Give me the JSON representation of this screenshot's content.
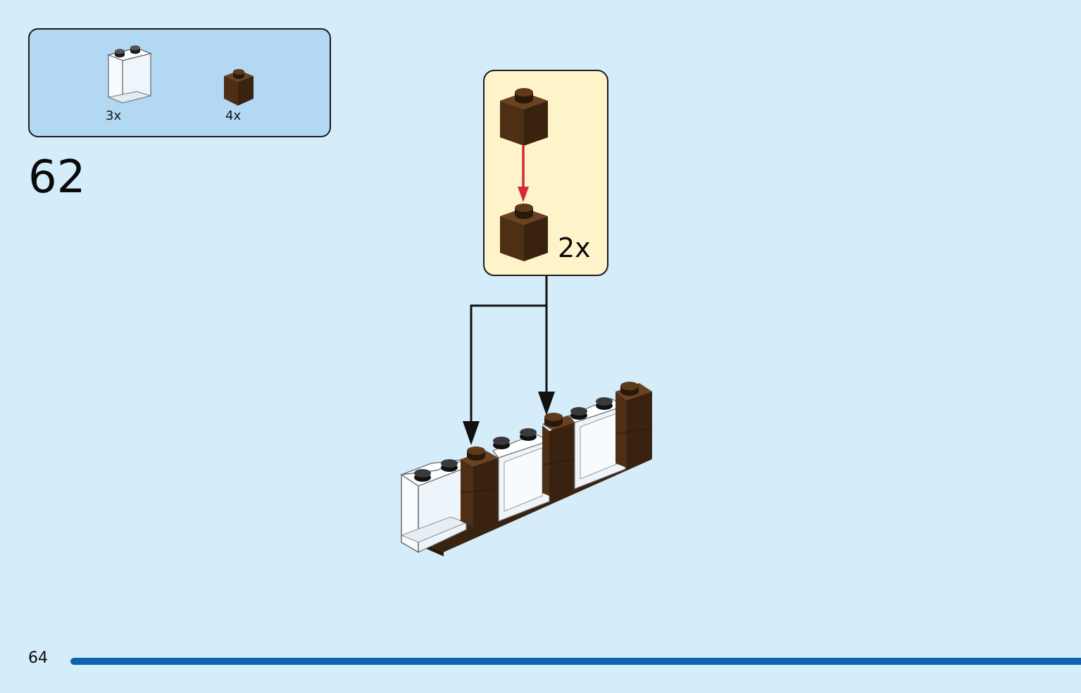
{
  "parts_list": {
    "items": [
      {
        "part": "transparent-window-panel",
        "quantity": "3x"
      },
      {
        "part": "brown-1x1-brick",
        "quantity": "4x"
      }
    ]
  },
  "step": {
    "number": "62"
  },
  "callout": {
    "quantity": "2x"
  },
  "footer": {
    "page_number": "64"
  },
  "colors": {
    "background": "#d5ecfb",
    "parts_box": "#b3d8f4",
    "callout_box": "#fff4c9",
    "brick_brown": "#4a2c15",
    "arrow_red": "#d42a33",
    "page_rule": "#0c64ad"
  }
}
